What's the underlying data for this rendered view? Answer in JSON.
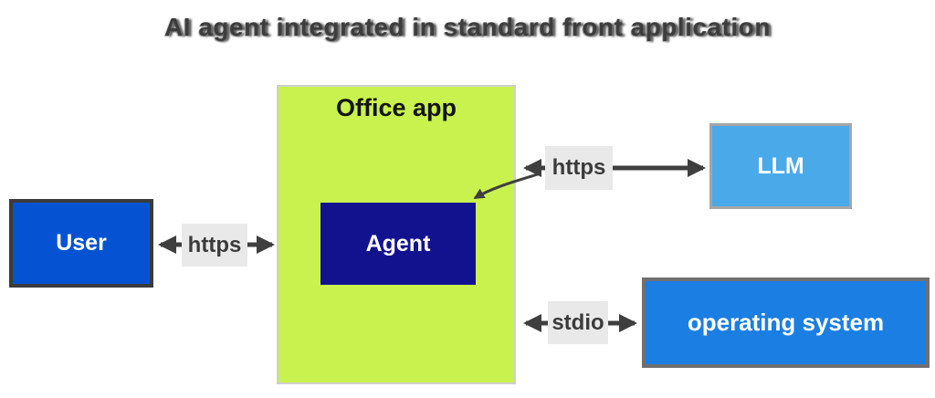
{
  "title": "AI agent integrated in standard front application",
  "nodes": {
    "office_app": {
      "label": "Office app",
      "fill": "#c9f24e"
    },
    "user": {
      "label": "User",
      "fill": "#0553d2"
    },
    "agent": {
      "label": "Agent",
      "fill": "#13128e"
    },
    "llm": {
      "label": "LLM",
      "fill": "#4aa9e9"
    },
    "operating_system": {
      "label": "operating system",
      "fill": "#1b7ee2"
    }
  },
  "connections": [
    {
      "from": "User",
      "to": "Office app",
      "label": "https",
      "direction": "bidirectional"
    },
    {
      "from": "Agent",
      "to": "LLM",
      "label": "https",
      "direction": "bidirectional"
    },
    {
      "from": "Office app",
      "to": "operating system",
      "label": "stdio",
      "direction": "bidirectional"
    }
  ],
  "colors": {
    "arrow": "#3f3f3f",
    "label_chip_background": "#e9e9e9",
    "title_text": "#3d3d3d",
    "office_border": "#d0d0d0",
    "user_border": "#3b3b3b",
    "llm_border": "#a5a5a5",
    "operating_system_border": "#707070"
  }
}
